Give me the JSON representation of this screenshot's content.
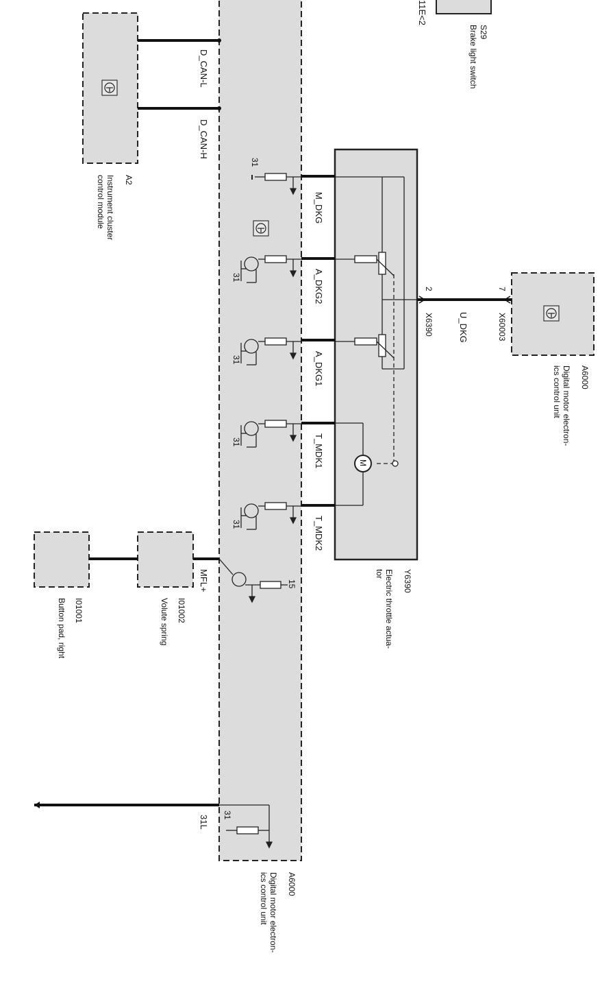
{
  "components": {
    "a6000_main": {
      "id": "A6000",
      "line1": "Digital motor electron-",
      "line2": "ics control unit"
    },
    "a6000_right": {
      "id": "A6000",
      "line1": "Digital motor electron-",
      "line2": "ics control unit"
    },
    "a2": {
      "id": "A2",
      "line1": "Instrument cluster",
      "line2": "control module"
    },
    "s29": {
      "id": "S29",
      "line1": "Brake light switch"
    },
    "y6390": {
      "id": "Y6390",
      "line1": "Electric throttle actua-",
      "line2": "tor"
    },
    "i01001": {
      "id": "I01001",
      "line1": "Button pad, right"
    },
    "i01002": {
      "id": "I01002",
      "line1": "Volute spring"
    }
  },
  "top_ref": "11E<2",
  "signals": {
    "d_can_l": "D_CAN-L",
    "d_can_h": "D_CAN-H",
    "m_dkg": "M_DKG",
    "a_dkg2": "A_DKG2",
    "a_dkg1": "A_DKG1",
    "t_mdk1": "T_MDK1",
    "t_mdk2": "T_MDK2",
    "mfl": "MFL+",
    "u_dkg": "U_DKG",
    "gnd_31l": "31L"
  },
  "connectors": {
    "x6390": "X6390",
    "x60003": "X60003",
    "pin_x6390": "2",
    "pin_x60003": "7"
  },
  "terminals": {
    "t31": "31",
    "t15": "15"
  },
  "motor_label": "M"
}
